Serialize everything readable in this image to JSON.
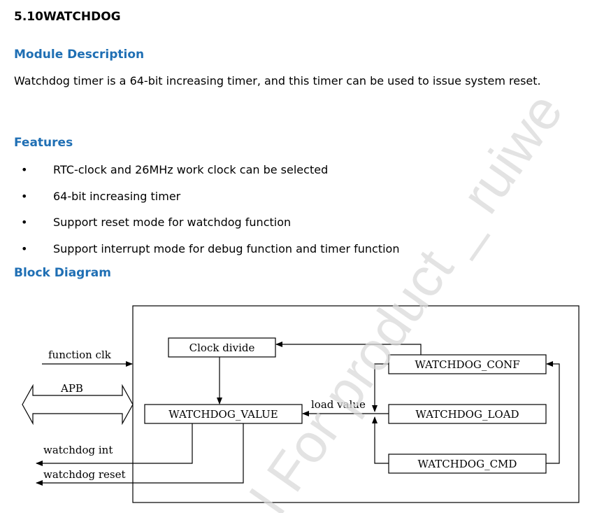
{
  "section": {
    "number": "5.10",
    "title": "WATCHDOG"
  },
  "module_description": {
    "heading": "Module Description",
    "text": "Watchdog timer is a 64-bit increasing timer, and this timer can be used to issue system reset."
  },
  "features": {
    "heading": "Features",
    "items": [
      "RTC-clock and 26MHz work clock can be selected",
      "64-bit increasing timer",
      "Support reset mode for watchdog function",
      "Support interrupt mode for debug function and timer function"
    ]
  },
  "block_diagram": {
    "heading": "Block Diagram",
    "blocks": {
      "clock_divide": "Clock divide",
      "watchdog_value": "WATCHDOG_VALUE",
      "watchdog_conf": "WATCHDOG_CONF",
      "watchdog_load": "WATCHDOG_LOAD",
      "watchdog_cmd": "WATCHDOG_CMD"
    },
    "signals": {
      "function_clk": "function clk",
      "apb": "APB",
      "load_value": "load value",
      "watchdog_int": "watchdog int",
      "watchdog_reset": "watchdog reset"
    }
  },
  "watermark": "l For product _ ruiwe",
  "colors": {
    "heading": "#1f6fb4",
    "text": "#000000",
    "watermark": "#d9d9d9"
  }
}
